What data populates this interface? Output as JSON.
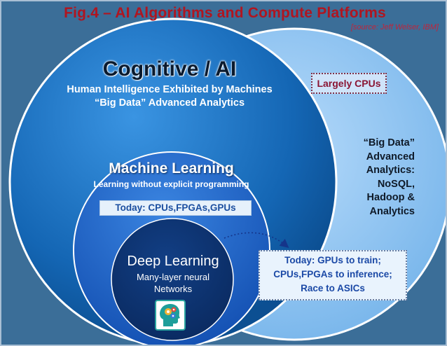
{
  "figure": {
    "title": "Fig.4 – AI Algorithms and Compute Platforms",
    "source": "[source: Jeff Welser, IBM]"
  },
  "cognitive": {
    "title": "Cognitive / AI",
    "subtitle_line1": "Human Intelligence Exhibited by Machines",
    "subtitle_line2": "“Big Data” Advanced Analytics"
  },
  "largely_cpus": "Largely CPUs",
  "big_data": {
    "line1": "“Big Data”",
    "line2": "Advanced",
    "line3": "Analytics:",
    "line4": "NoSQL,",
    "line5": "Hadoop &",
    "line6": "Analytics"
  },
  "machine_learning": {
    "title": "Machine Learning",
    "subtitle": "Learning without explicit programming",
    "platforms": "Today: CPUs,FPGAs,GPUs"
  },
  "deep_learning": {
    "title": "Deep Learning",
    "subtitle_line1": "Many-layer neural",
    "subtitle_line2": "Networks",
    "icon": "brain-gears-icon"
  },
  "today_callout": {
    "line1": "Today: GPUs to train;",
    "line2": "CPUs,FPGAs to inference;",
    "line3": "Race to ASICs"
  },
  "colors": {
    "title_red": "#b01520",
    "outer_background": "#3b6e98",
    "right_circle": "#8ec4f2",
    "cognitive_circle": "#1a6fbe",
    "ml_circle": "#1f5fc4",
    "dl_circle": "#0c3170"
  }
}
